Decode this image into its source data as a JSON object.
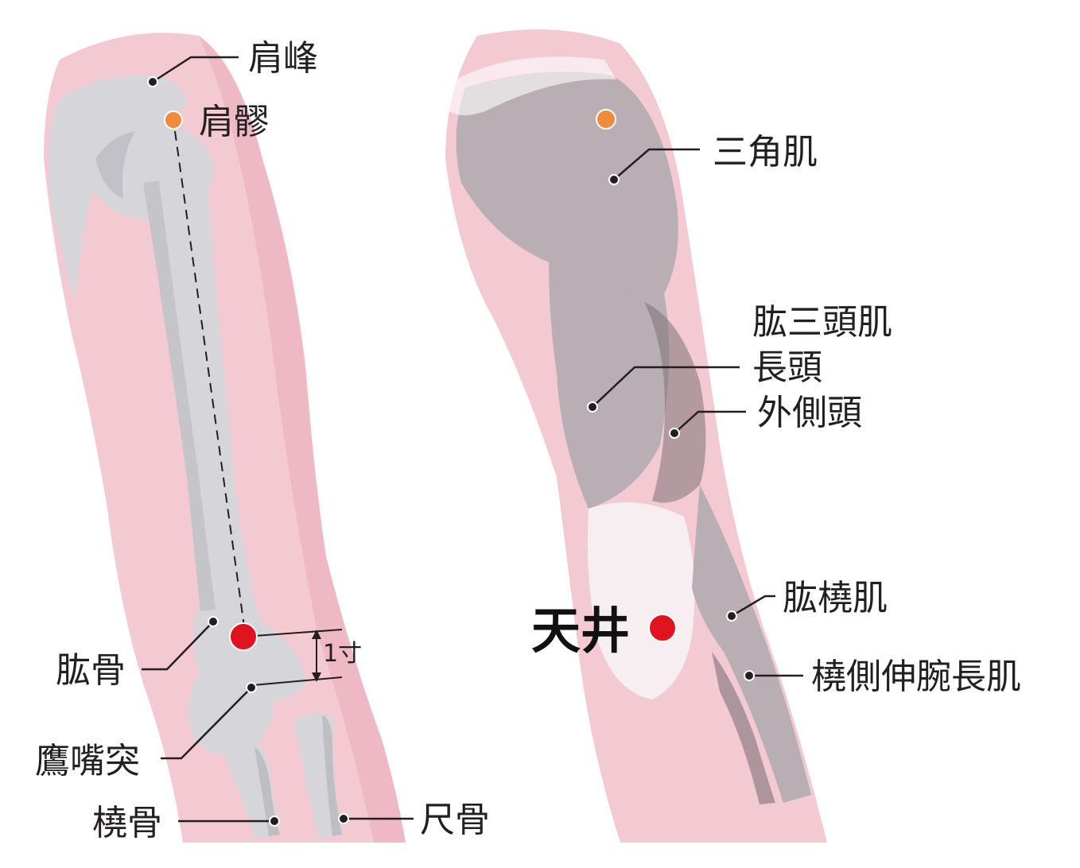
{
  "colors": {
    "skin": "#f3c9d2",
    "skin_dark": "#e9a9b8",
    "bone": "#d6d6da",
    "bone_shadow": "#9a9aa2",
    "muscle": "#b9aeb4",
    "muscle_dark": "#7d7378",
    "acupoint_main": "#e0141e",
    "acupoint_secondary": "#f08a3c",
    "ink": "#231f20"
  },
  "left_figure": {
    "labels": {
      "acromion": "肩峰",
      "jianliao": "肩髎",
      "humerus": "肱骨",
      "olecranon": "鷹嘴突",
      "radius": "橈骨",
      "ulna": "尺骨",
      "measure": "1寸"
    }
  },
  "right_figure": {
    "labels": {
      "deltoid": "三角肌",
      "triceps": "肱三頭肌",
      "long_head": "長頭",
      "lateral_head": "外側頭",
      "brachioradialis": "肱橈肌",
      "ecrl": "橈側伸腕長肌",
      "tianjing": "天井"
    }
  },
  "icons": {
    "main_point": "red-dot-icon",
    "secondary_point": "orange-dot-icon",
    "leader_end": "black-dot-icon"
  }
}
